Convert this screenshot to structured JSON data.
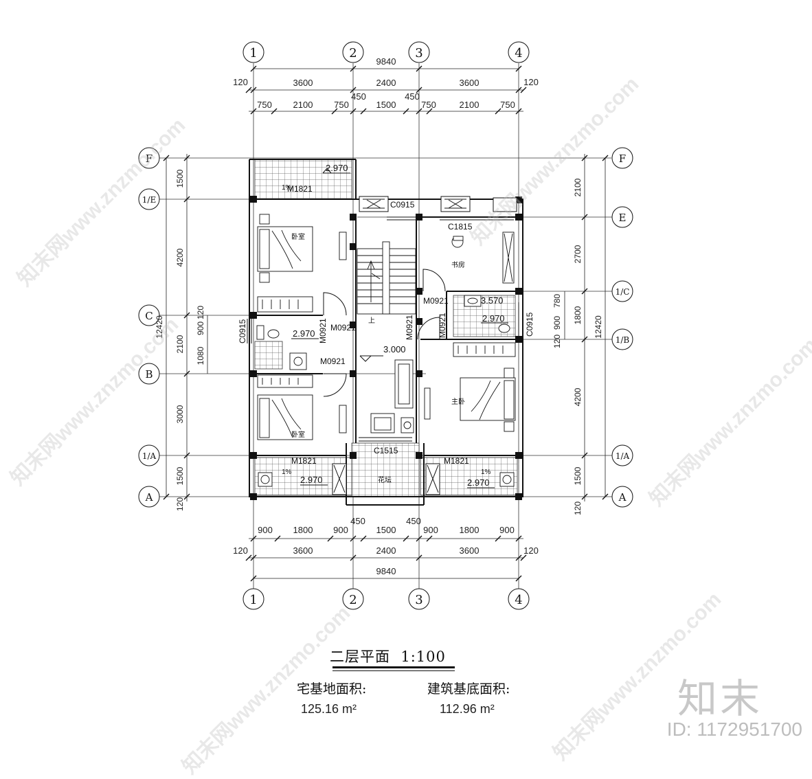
{
  "drawing": {
    "title": "二层平面",
    "scale": "1:100",
    "site_area_label": "宅基地面积:",
    "site_area_value": "125.16 m²",
    "footprint_label": "建筑基底面积:",
    "footprint_value": "112.96 m²"
  },
  "axes_columns": [
    "1",
    "2",
    "3",
    "4"
  ],
  "axes_rows_left": [
    "F",
    "1/E",
    "C",
    "B",
    "1/A",
    "A"
  ],
  "axes_rows_right": [
    "F",
    "E",
    "1/C",
    "1/B",
    "1/A",
    "A"
  ],
  "dims": {
    "overall": "9840",
    "wall_offset": "120",
    "bays": [
      "3600",
      "2400",
      "3600"
    ],
    "top_openings": [
      "750",
      "2100",
      "750",
      "450",
      "1500",
      "450",
      "750",
      "2100",
      "750"
    ],
    "bottom_openings": [
      "900",
      "1800",
      "900",
      "450",
      "1500",
      "450",
      "900",
      "1800",
      "900"
    ],
    "left_spans": [
      "1500",
      "4200",
      "2100",
      "3000",
      "1500",
      "120"
    ],
    "left_inner": [
      "1080",
      "900",
      "120"
    ],
    "left_total": "12420",
    "right_spans": [
      "2100",
      "2700",
      "780",
      "1800",
      "4200",
      "1500",
      "120"
    ],
    "right_inner": [
      "120",
      "900"
    ],
    "right_total": "12420"
  },
  "rooms": {
    "bedroom1": "卧室",
    "bedroom2": "卧室",
    "study": "书房",
    "master": "主卧",
    "planter": "花坛",
    "stair_up": "上"
  },
  "tags": {
    "door_balcony_nw": "M1821",
    "door_balcony_sw": "M1821",
    "door_balcony_se": "M1821",
    "door_bath_w": "M0921",
    "door_bed_sw": "M0921",
    "door_bed_nw": "M0921",
    "door_study": "M0921",
    "door_master": "M0921",
    "door_bath_e": "M0921",
    "win_c0915_top": "C0915",
    "win_c1815": "C1815",
    "win_c0915_left": "C0915",
    "win_c0915_right": "C0915",
    "win_c1515": "C1515"
  },
  "levels": {
    "balcony_nw": "2.970",
    "bath_w": "2.970",
    "hall": "3.000",
    "bath_e_top": "3.570",
    "bath_e": "2.970",
    "balcony_sw": "2.970",
    "balcony_se": "2.970"
  },
  "slope": "1%",
  "brand": "知末",
  "id_text": "ID: 1172951700",
  "watermark": "知末网www.znzmo.com"
}
